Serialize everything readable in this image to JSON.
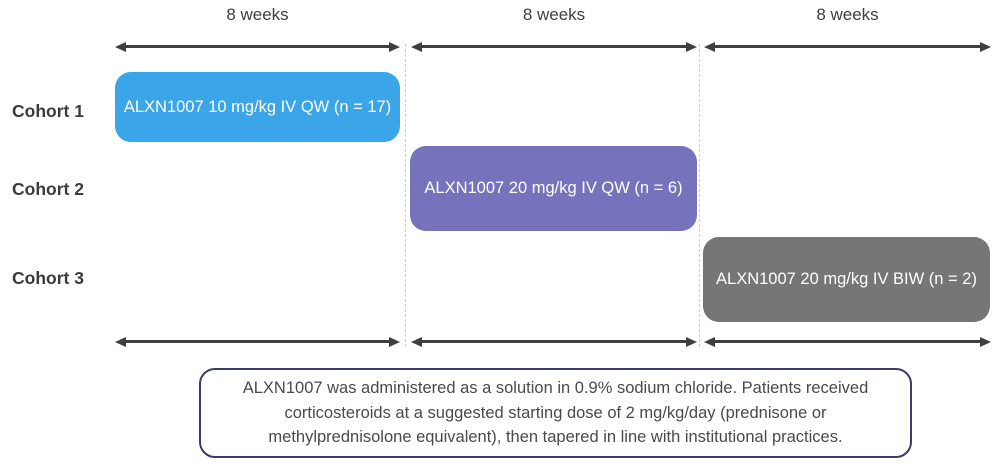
{
  "diagram": {
    "title_context": "ALXN1007 dosing schema",
    "periods": [
      {
        "label": "8 weeks"
      },
      {
        "label": "8 weeks"
      },
      {
        "label": "8 weeks"
      }
    ],
    "cohorts": [
      {
        "label": "Cohort 1",
        "treatment": "ALXN1007 10 mg/kg IV QW (n = 17)",
        "color": "#3ba5e9",
        "period_index": 0
      },
      {
        "label": "Cohort 2",
        "treatment": "ALXN1007 20 mg/kg IV QW (n = 6)",
        "color": "#7672bc",
        "period_index": 1
      },
      {
        "label": "Cohort 3",
        "treatment": "ALXN1007 20 mg/kg IV BIW (n = 2)",
        "color": "#767676",
        "period_index": 2
      }
    ],
    "footnote": "ALXN1007 was administered as a solution in 0.9% sodium chloride. Patients received corticosteroids at a suggested starting dose of 2 mg/kg/day (prednisone or methylprednisolone equivalent), then tapered in line with institutional practices.",
    "colors": {
      "arrow": "#3f3f3f",
      "divider_dashed": "#cccccc",
      "cohort_label_text": "#3b3b3b",
      "box_text": "#ffffff",
      "footnote_border": "#3b3a6b",
      "footnote_text": "#4a4a4a",
      "background": "#ffffff"
    }
  }
}
